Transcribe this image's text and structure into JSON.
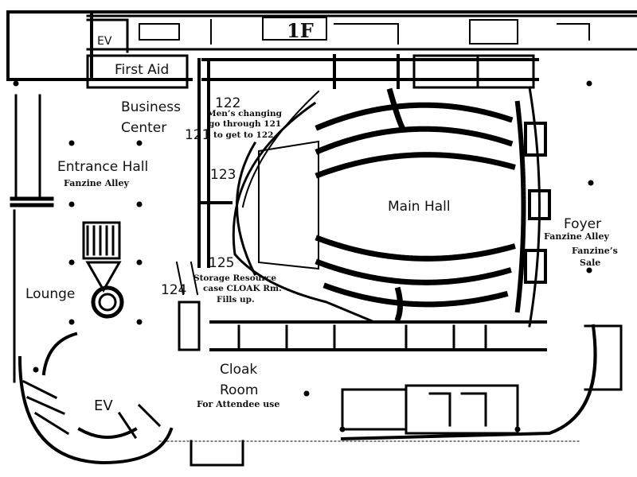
{
  "floor": "1F",
  "rooms": {
    "ev_top": "EV",
    "first_aid": "First Aid",
    "business_center_1": "Business",
    "business_center_2": "Center",
    "entrance_hall": "Entrance Hall",
    "lounge": "Lounge",
    "ev_bottom": "EV",
    "cloak_room_1": "Cloak",
    "cloak_room_2": "Room",
    "main_hall": "Main Hall",
    "foyer": "Foyer",
    "room_122": "122",
    "room_121": "121",
    "room_123": "123",
    "room_124": "124",
    "room_125": "125"
  },
  "notes": {
    "fanzine_alley_left": "Fanzine Alley",
    "mens_changing_1": "Men’s changing",
    "mens_changing_2": "go through 121",
    "mens_changing_3": "to get to 122",
    "storage_1": "Storage Resource",
    "storage_2": "case CLOAK Rm.",
    "storage_3": "Fills up.",
    "attendee_use": "For Attendee use",
    "fanzine_alley_right": "Fanzine Alley",
    "fanzine_sale_1": "Fanzine’s",
    "fanzine_sale_2": "Sale"
  }
}
